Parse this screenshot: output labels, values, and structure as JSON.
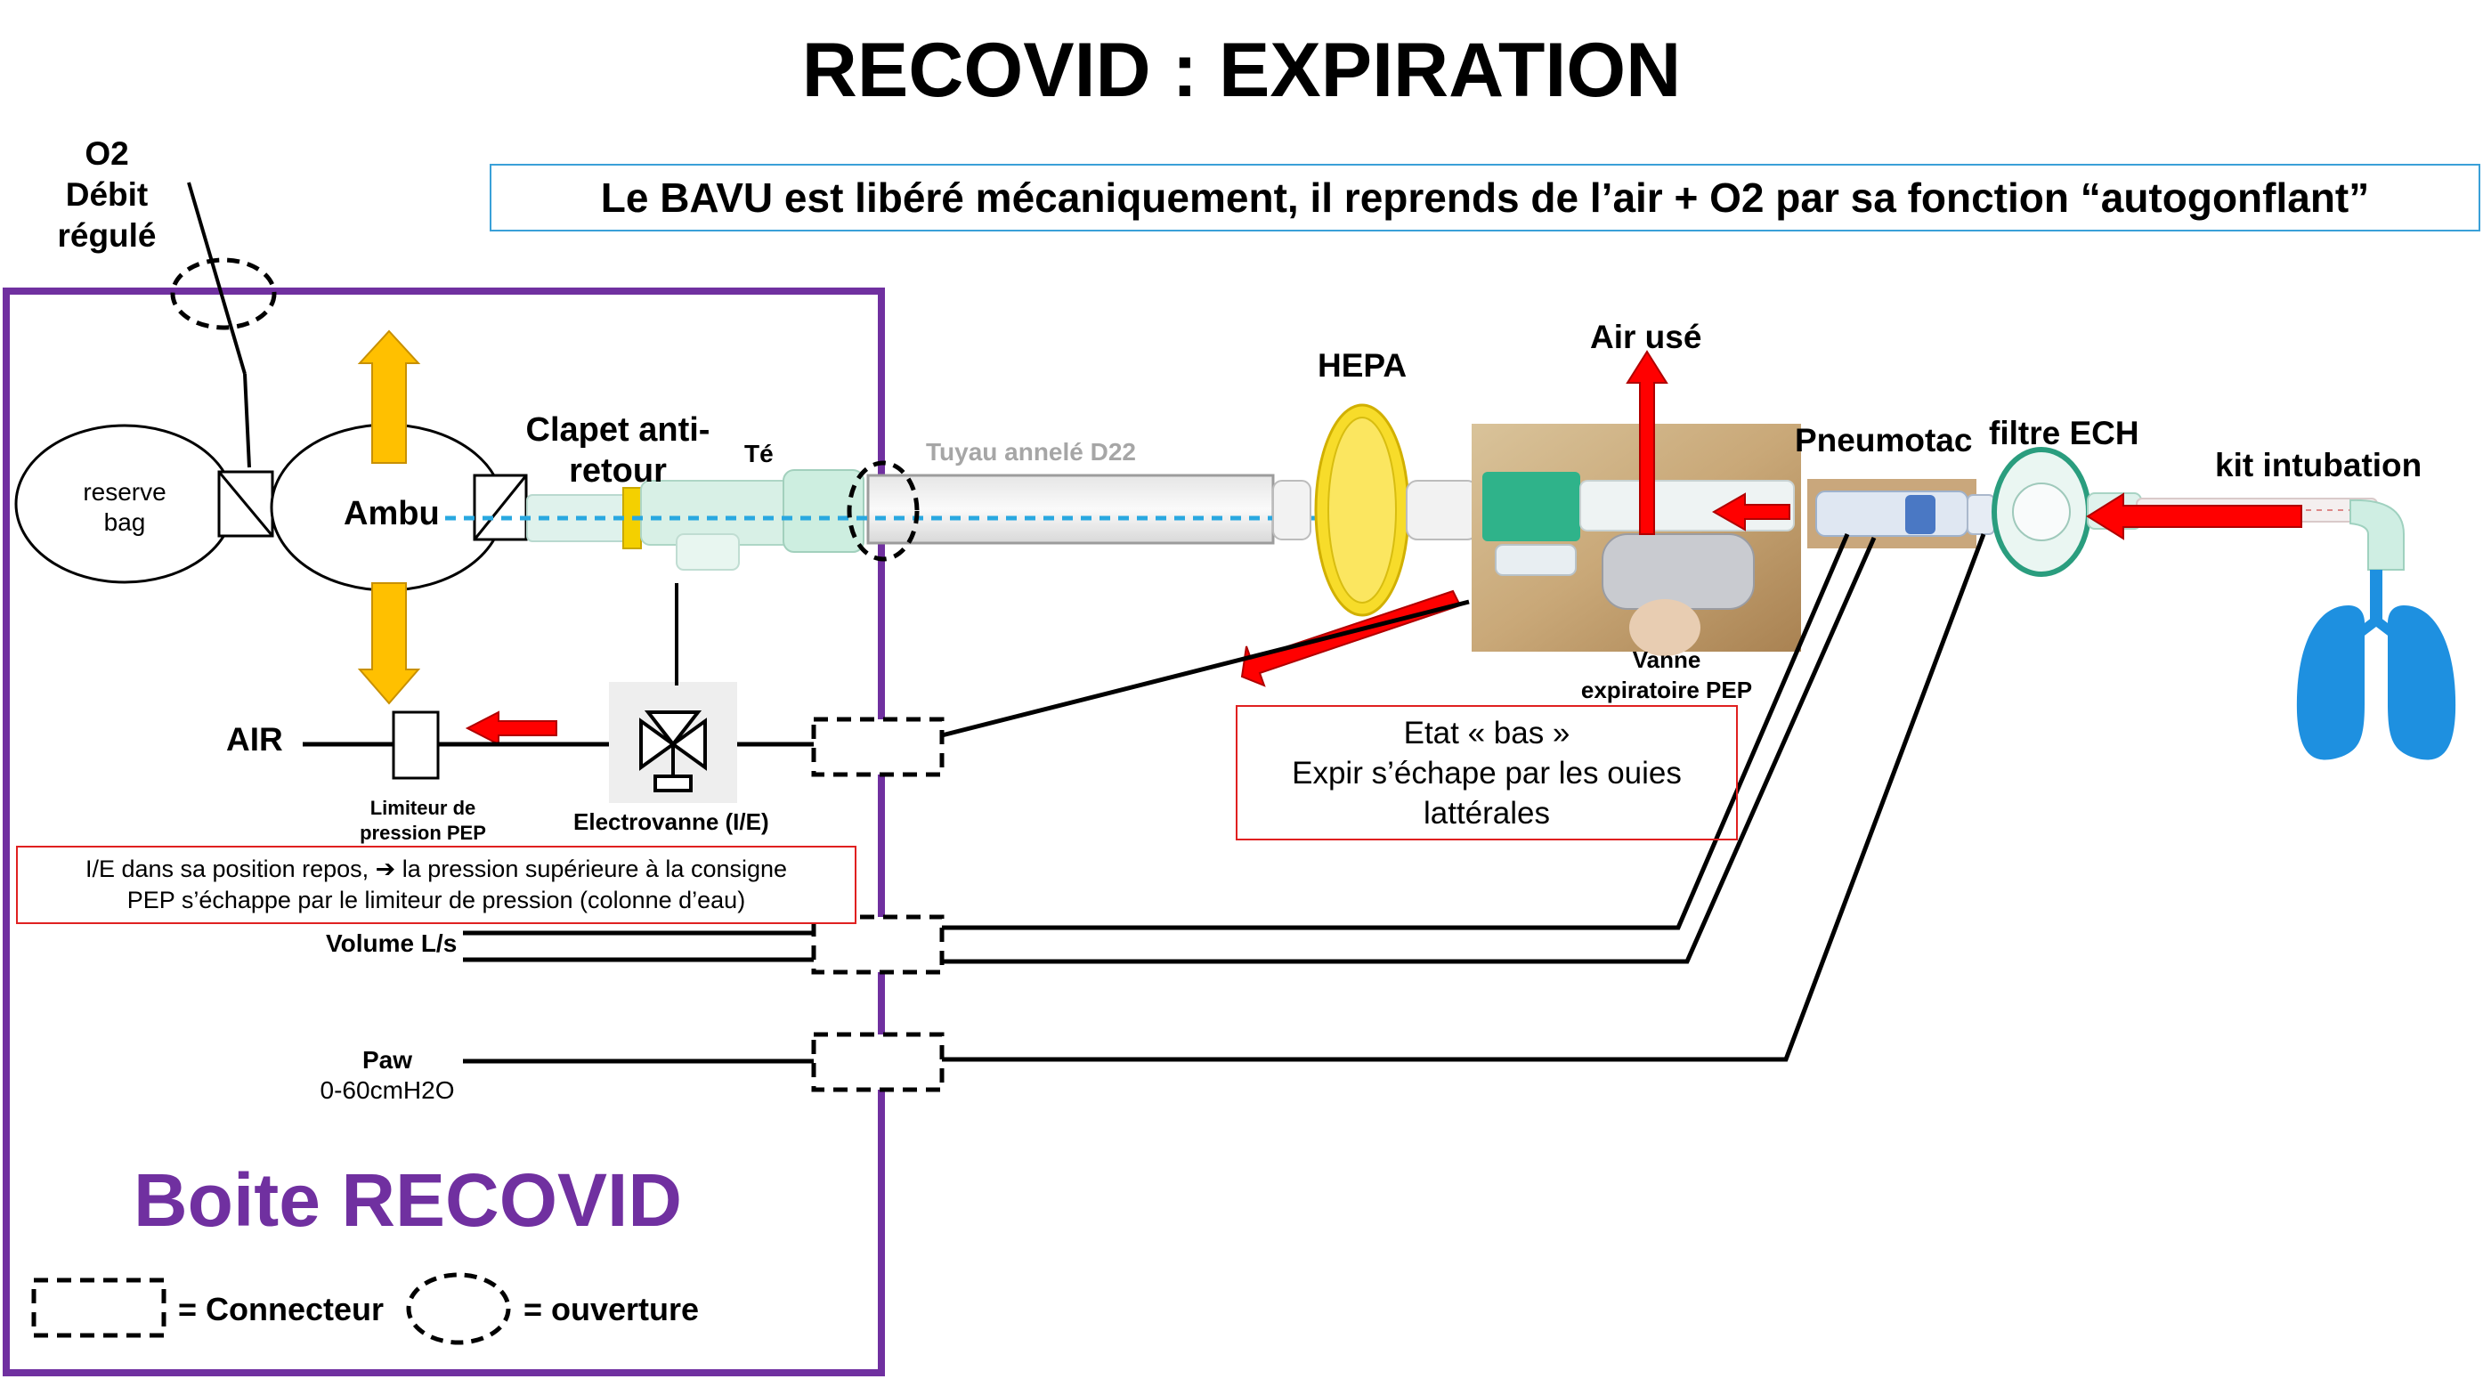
{
  "title": "RECOVID : EXPIRATION",
  "subtitle": "Le BAVU est libéré mécaniquement, il reprends de l’air + O2 par sa fonction “autogonflant”",
  "labels": {
    "o2_line1": "O2",
    "o2_line2": "Débit",
    "o2_line3": "régulé",
    "reserve_line1": "reserve",
    "reserve_line2": "bag",
    "ambu": "Ambu",
    "clapet_line1": "Clapet anti-",
    "clapet_line2": "retour",
    "te": "Té",
    "tuyau": "Tuyau annelé D22",
    "hepa": "HEPA",
    "air_use": "Air usé",
    "pneumotac": "Pneumotac",
    "filtre_ech": "filtre ECH",
    "kit_intubation": "kit intubation",
    "vanne_line1": "Vanne",
    "vanne_line2": "expiratoire PEP",
    "air": "AIR",
    "limiteur_line1": "Limiteur de",
    "limiteur_line2": "pression PEP",
    "electrovanne": "Electrovanne (I/E)",
    "volume": "Volume L/s",
    "paw_line1": "Paw",
    "paw_line2": "0-60cmH2O",
    "box_title": "Boite RECOVID",
    "legend_connecteur": "= Connecteur",
    "legend_ouverture": "= ouverture"
  },
  "notes": {
    "etat_line1": "Etat « bas »",
    "etat_line2": "Expir s’échape par les ouies",
    "etat_line3": "lattérales",
    "ie_line1": "I/E dans sa position repos, ➔ la pression supérieure à la consigne",
    "ie_line2": "PEP s’échappe par le limiteur de pression (colonne d’eau)"
  },
  "colors": {
    "box_border": "#7030a0",
    "arrow_yellow": "#ffc000",
    "arrow_red": "#ff0000",
    "note_border": "#e02020",
    "subtitle_border": "#3aa0d8",
    "flow_dash": "#29a8e0",
    "lung": "#1e90e0"
  }
}
